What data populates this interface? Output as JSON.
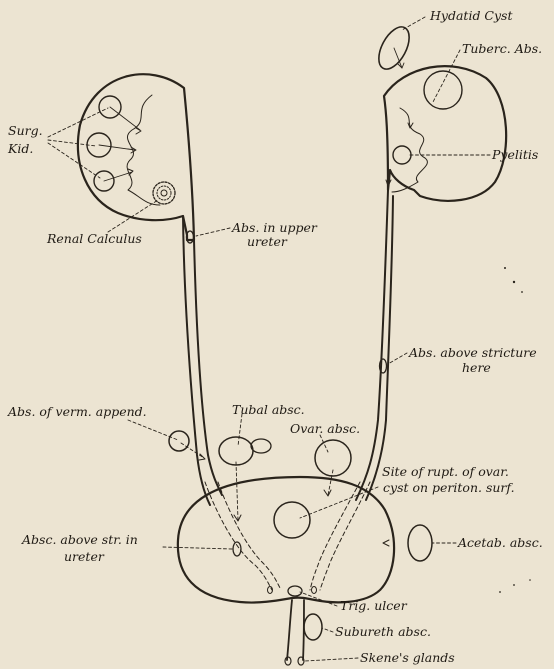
{
  "labels": {
    "hydatid_cyst": "Hydatid Cyst",
    "tuberc_abs": "Tuberc. Abs.",
    "surg": "Surg.",
    "kid": "Kid.",
    "pyelitis": "Pyelitis",
    "renal_calculus": "Renal Calculus",
    "abs_upper_ureter_1": "Abs. in upper",
    "abs_upper_ureter_2": "ureter",
    "abs_above_stricture_1": "Abs. above stricture",
    "abs_above_stricture_2": "here",
    "abs_verm_append": "Abs. of verm. append.",
    "tubal_absc": "Tubal absc.",
    "ovar_absc": "Ovar. absc.",
    "site_rupt_1": "Site of rupt. of ovar.",
    "site_rupt_2": "cyst on periton. surf.",
    "absc_above_str_1": "Absc. above str. in",
    "absc_above_str_2": "ureter",
    "acetab_absc": "Acetab. absc.",
    "trig_ulcer": "Trig. ulcer",
    "subureth_absc": "Subureth absc.",
    "skenes_glands": "Skene's glands"
  },
  "colors": {
    "paper": "#ece4d2",
    "ink": "#2a241c"
  }
}
